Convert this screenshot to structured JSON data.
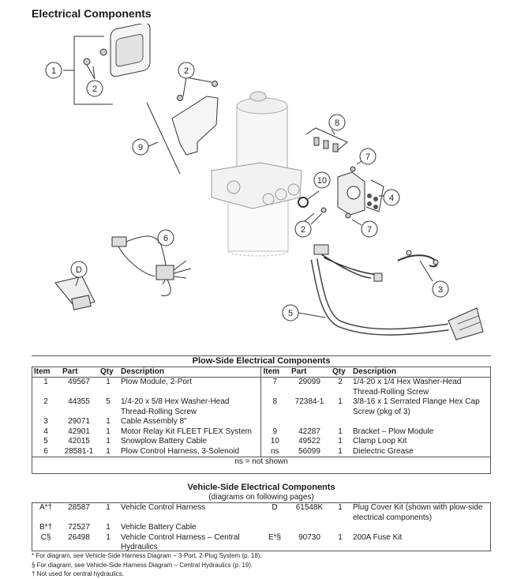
{
  "page_title": "Electrical Components",
  "callouts": [
    "1",
    "2",
    "2",
    "2",
    "3",
    "4",
    "5",
    "6",
    "7",
    "7",
    "8",
    "9",
    "10",
    "D"
  ],
  "plow_side": {
    "title": "Plow-Side Electrical Components",
    "headers": {
      "item": "Item",
      "part": "Part",
      "qty": "Qty",
      "description": "Description"
    },
    "rows": [
      {
        "l": {
          "item": "1",
          "part": "49567",
          "qty": "1",
          "desc": "Plow Module, 2-Port"
        },
        "r": {
          "item": "7",
          "part": "29099",
          "qty": "2",
          "desc": "1/4-20 x 1/4 Hex Washer-Head Thread-Rolling Screw"
        }
      },
      {
        "l": {
          "item": "2",
          "part": "44355",
          "qty": "5",
          "desc": "1/4-20 x 5/8 Hex Washer-Head Thread-Rolling Screw"
        },
        "r": {
          "item": "8",
          "part": "72384-1",
          "qty": "1",
          "desc": "3/8-16 x 1 Serrated Flange Hex Cap Screw (pkg of 3)"
        }
      },
      {
        "l": {
          "item": "3",
          "part": "29071",
          "qty": "1",
          "desc": "Cable Assembly 8\""
        },
        "r": {
          "item": "",
          "part": "",
          "qty": "",
          "desc": ""
        }
      },
      {
        "l": {
          "item": "4",
          "part": "42901",
          "qty": "1",
          "desc": "Motor Relay Kit FLEET FLEX System"
        },
        "r": {
          "item": "9",
          "part": "42287",
          "qty": "1",
          "desc": "Bracket – Plow Module"
        }
      },
      {
        "l": {
          "item": "5",
          "part": "42015",
          "qty": "1",
          "desc": "Snowplow Battery Cable"
        },
        "r": {
          "item": "10",
          "part": "49522",
          "qty": "1",
          "desc": "Clamp Loop Kit"
        }
      },
      {
        "l": {
          "item": "6",
          "part": "28581-1",
          "qty": "1",
          "desc": "Plow Control Harness, 3-Solenoid"
        },
        "r": {
          "item": "ns",
          "part": "56099",
          "qty": "1",
          "desc": "Dielectric Grease"
        }
      }
    ],
    "note": "ns = not shown"
  },
  "vehicle_side": {
    "title": "Vehicle-Side Electrical Components",
    "subtitle": "(diagrams on following pages)",
    "rows": [
      {
        "l": {
          "item": "A*†",
          "part": "28587",
          "qty": "1",
          "desc": "Vehicle Control Harness"
        },
        "r": {
          "item": "D",
          "part": "61548K",
          "qty": "1",
          "desc": "Plug Cover Kit (shown with plow-side electrical components)"
        }
      },
      {
        "l": {
          "item": "B*†",
          "part": "72527",
          "qty": "1",
          "desc": "Vehicle Battery Cable"
        },
        "r": {
          "item": "",
          "part": "",
          "qty": "",
          "desc": ""
        }
      },
      {
        "l": {
          "item": "C§",
          "part": "26498",
          "qty": "1",
          "desc": "Vehicle Control Harness – Central Hydraulics"
        },
        "r": {
          "item": "E*§",
          "part": "90730",
          "qty": "1",
          "desc": "200A Fuse Kit"
        }
      }
    ]
  },
  "footnotes": [
    "* For diagram, see Vehicle-Side Harness Diagram – 3-Port, 2-Plug System (p. 18).",
    "§ For diagram, see Vehicle-Side Harness Diagram – Central Hydraulics (p. 19).",
    "† Not used for central hydraulics."
  ]
}
